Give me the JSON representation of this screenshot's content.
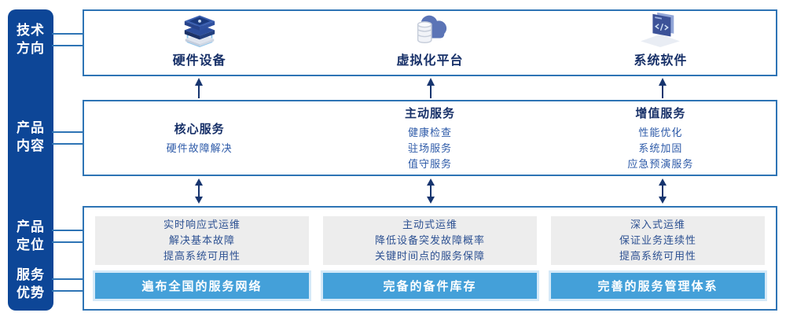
{
  "colors": {
    "sidebar_bg": "#0d4697",
    "panel_border": "#2e74b5",
    "heading_text": "#173068",
    "item_text": "#2d5aa8",
    "gray_panel_bg": "#ededed",
    "bar_bg": "#44a0d9",
    "arrow": "#17356f"
  },
  "sidebar": {
    "labels": [
      {
        "line1": "技术",
        "line2": "方向"
      },
      {
        "line1": "产品",
        "line2": "内容"
      },
      {
        "line1": "产品",
        "line2": "定位"
      },
      {
        "line1": "服务",
        "line2": "优势"
      }
    ]
  },
  "top_row": {
    "items": [
      {
        "icon": "server-stack-icon",
        "label": "硬件设备"
      },
      {
        "icon": "cloud-database-icon",
        "label": "虚拟化平台"
      },
      {
        "icon": "code-window-icon",
        "label": "系统软件"
      }
    ]
  },
  "middle_row": {
    "columns": [
      {
        "heading": "核心服务",
        "items": [
          "硬件故障解决"
        ]
      },
      {
        "heading": "主动服务",
        "items": [
          "健康检查",
          "驻场服务",
          "值守服务"
        ]
      },
      {
        "heading": "增值服务",
        "items": [
          "性能优化",
          "系统加固",
          "应急预演服务"
        ]
      }
    ]
  },
  "bottom_row": {
    "columns": [
      {
        "points": [
          "实时响应式运维",
          "解决基本故障",
          "提高系统可用性"
        ],
        "bar_label": "遍布全国的服务网络"
      },
      {
        "points": [
          "主动式运维",
          "降低设备突发故障概率",
          "关键时间点的服务保障"
        ],
        "bar_label": "完备的备件库存"
      },
      {
        "points": [
          "深入式运维",
          "保证业务连续性",
          "提高系统可用性"
        ],
        "bar_label": "完善的服务管理体系"
      }
    ]
  }
}
